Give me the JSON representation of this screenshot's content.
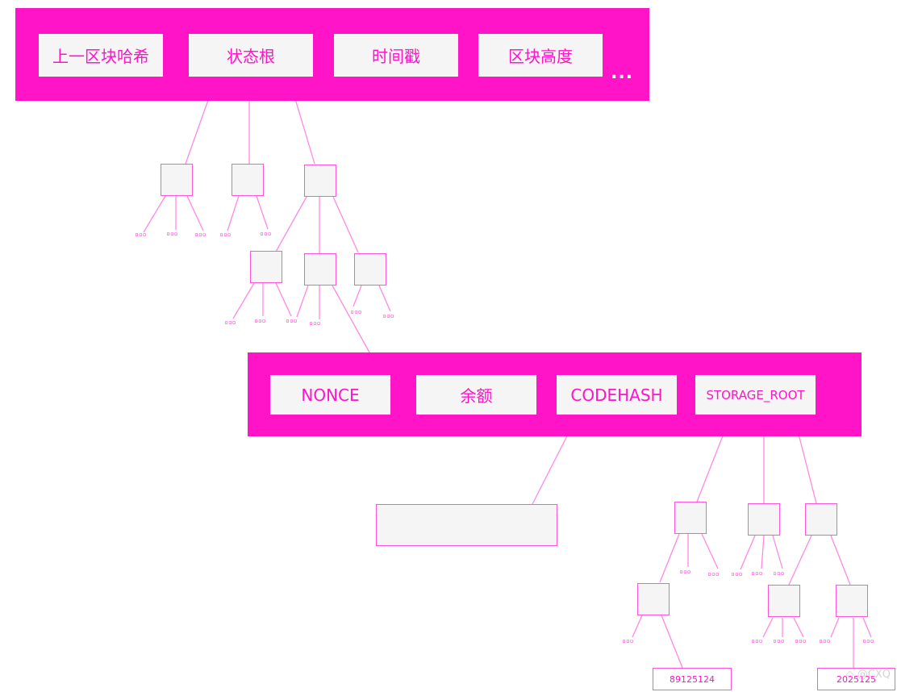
{
  "block_header": {
    "fields": [
      "上一区块哈希",
      "状态根",
      "时间戳",
      "区块高度"
    ],
    "more": "..."
  },
  "account": {
    "fields": [
      "NONCE",
      "余额",
      "CODEHASH",
      "STORAGE_ROOT"
    ]
  },
  "leaf_marker": "▫▫▫",
  "storage_leaves": [
    "89125124",
    "2025125"
  ],
  "watermark": "◇ @CXQ",
  "colors": {
    "accent": "#ff14c8",
    "line": "#ff88e4",
    "box": "#f5f5f5"
  }
}
